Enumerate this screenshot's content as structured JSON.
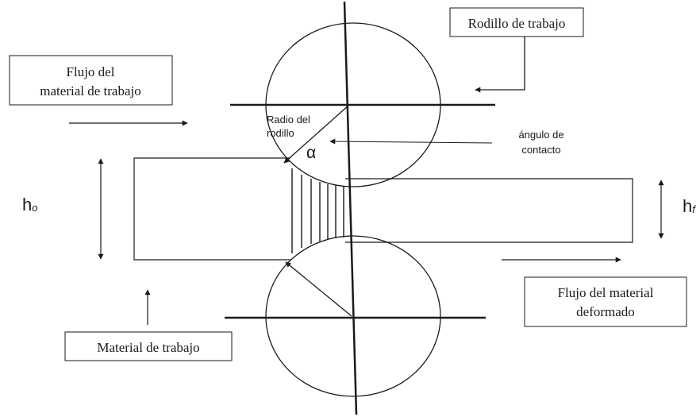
{
  "labels": {
    "rodillo_trabajo": "Rodillo de trabajo",
    "flujo_material_line1": "Flujo del",
    "flujo_material_line2": "material  de trabajo",
    "radio_line1": "Radio del",
    "radio_line2": "rodillo",
    "alpha": "α",
    "angulo_line1": "ángulo de",
    "angulo_line2": "contacto",
    "h0_main": "h",
    "h0_sub": "o",
    "hf_main": "h",
    "hf_sub": "f",
    "flujo_deformado_line1": "Flujo del material",
    "flujo_deformado_line2": "deformado",
    "material_trabajo": "Material de trabajo"
  }
}
